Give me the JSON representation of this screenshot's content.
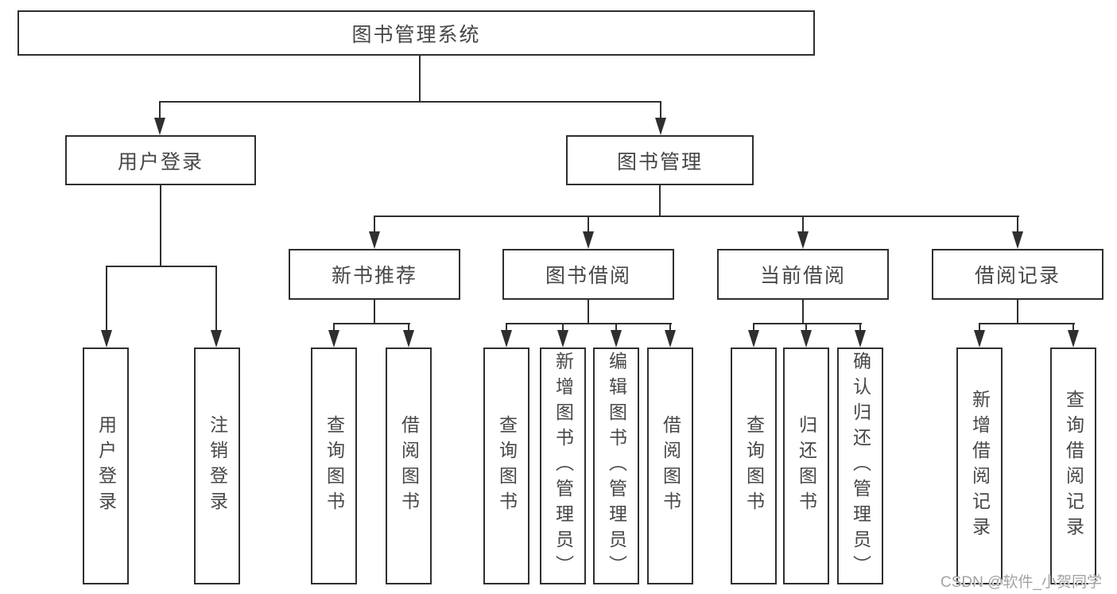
{
  "diagram": {
    "title": "图书管理系统",
    "root": {
      "label": "图书管理系统"
    },
    "level2": [
      {
        "label": "用户登录"
      },
      {
        "label": "图书管理"
      }
    ],
    "level3": [
      {
        "label": "新书推荐"
      },
      {
        "label": "图书借阅"
      },
      {
        "label": "当前借阅"
      },
      {
        "label": "借阅记录"
      }
    ],
    "leaves": [
      {
        "label": "用户登录"
      },
      {
        "label": "注销登录"
      },
      {
        "label": "查询图书"
      },
      {
        "label": "借阅图书"
      },
      {
        "label": "查询图书"
      },
      {
        "label": "新增图书（管理员）"
      },
      {
        "label": "编辑图书（管理员）"
      },
      {
        "label": "借阅图书"
      },
      {
        "label": "查询图书"
      },
      {
        "label": "归还图书"
      },
      {
        "label": "确认归还（管理员）"
      },
      {
        "label": "新增借阅记录"
      },
      {
        "label": "查询借阅记录"
      }
    ],
    "watermark": "CSDN @软件_小贺同学",
    "colors": {
      "line": "#2f2f2f",
      "text": "#474747",
      "watermark": "#a3a3a3",
      "background": "#ffffff"
    }
  }
}
